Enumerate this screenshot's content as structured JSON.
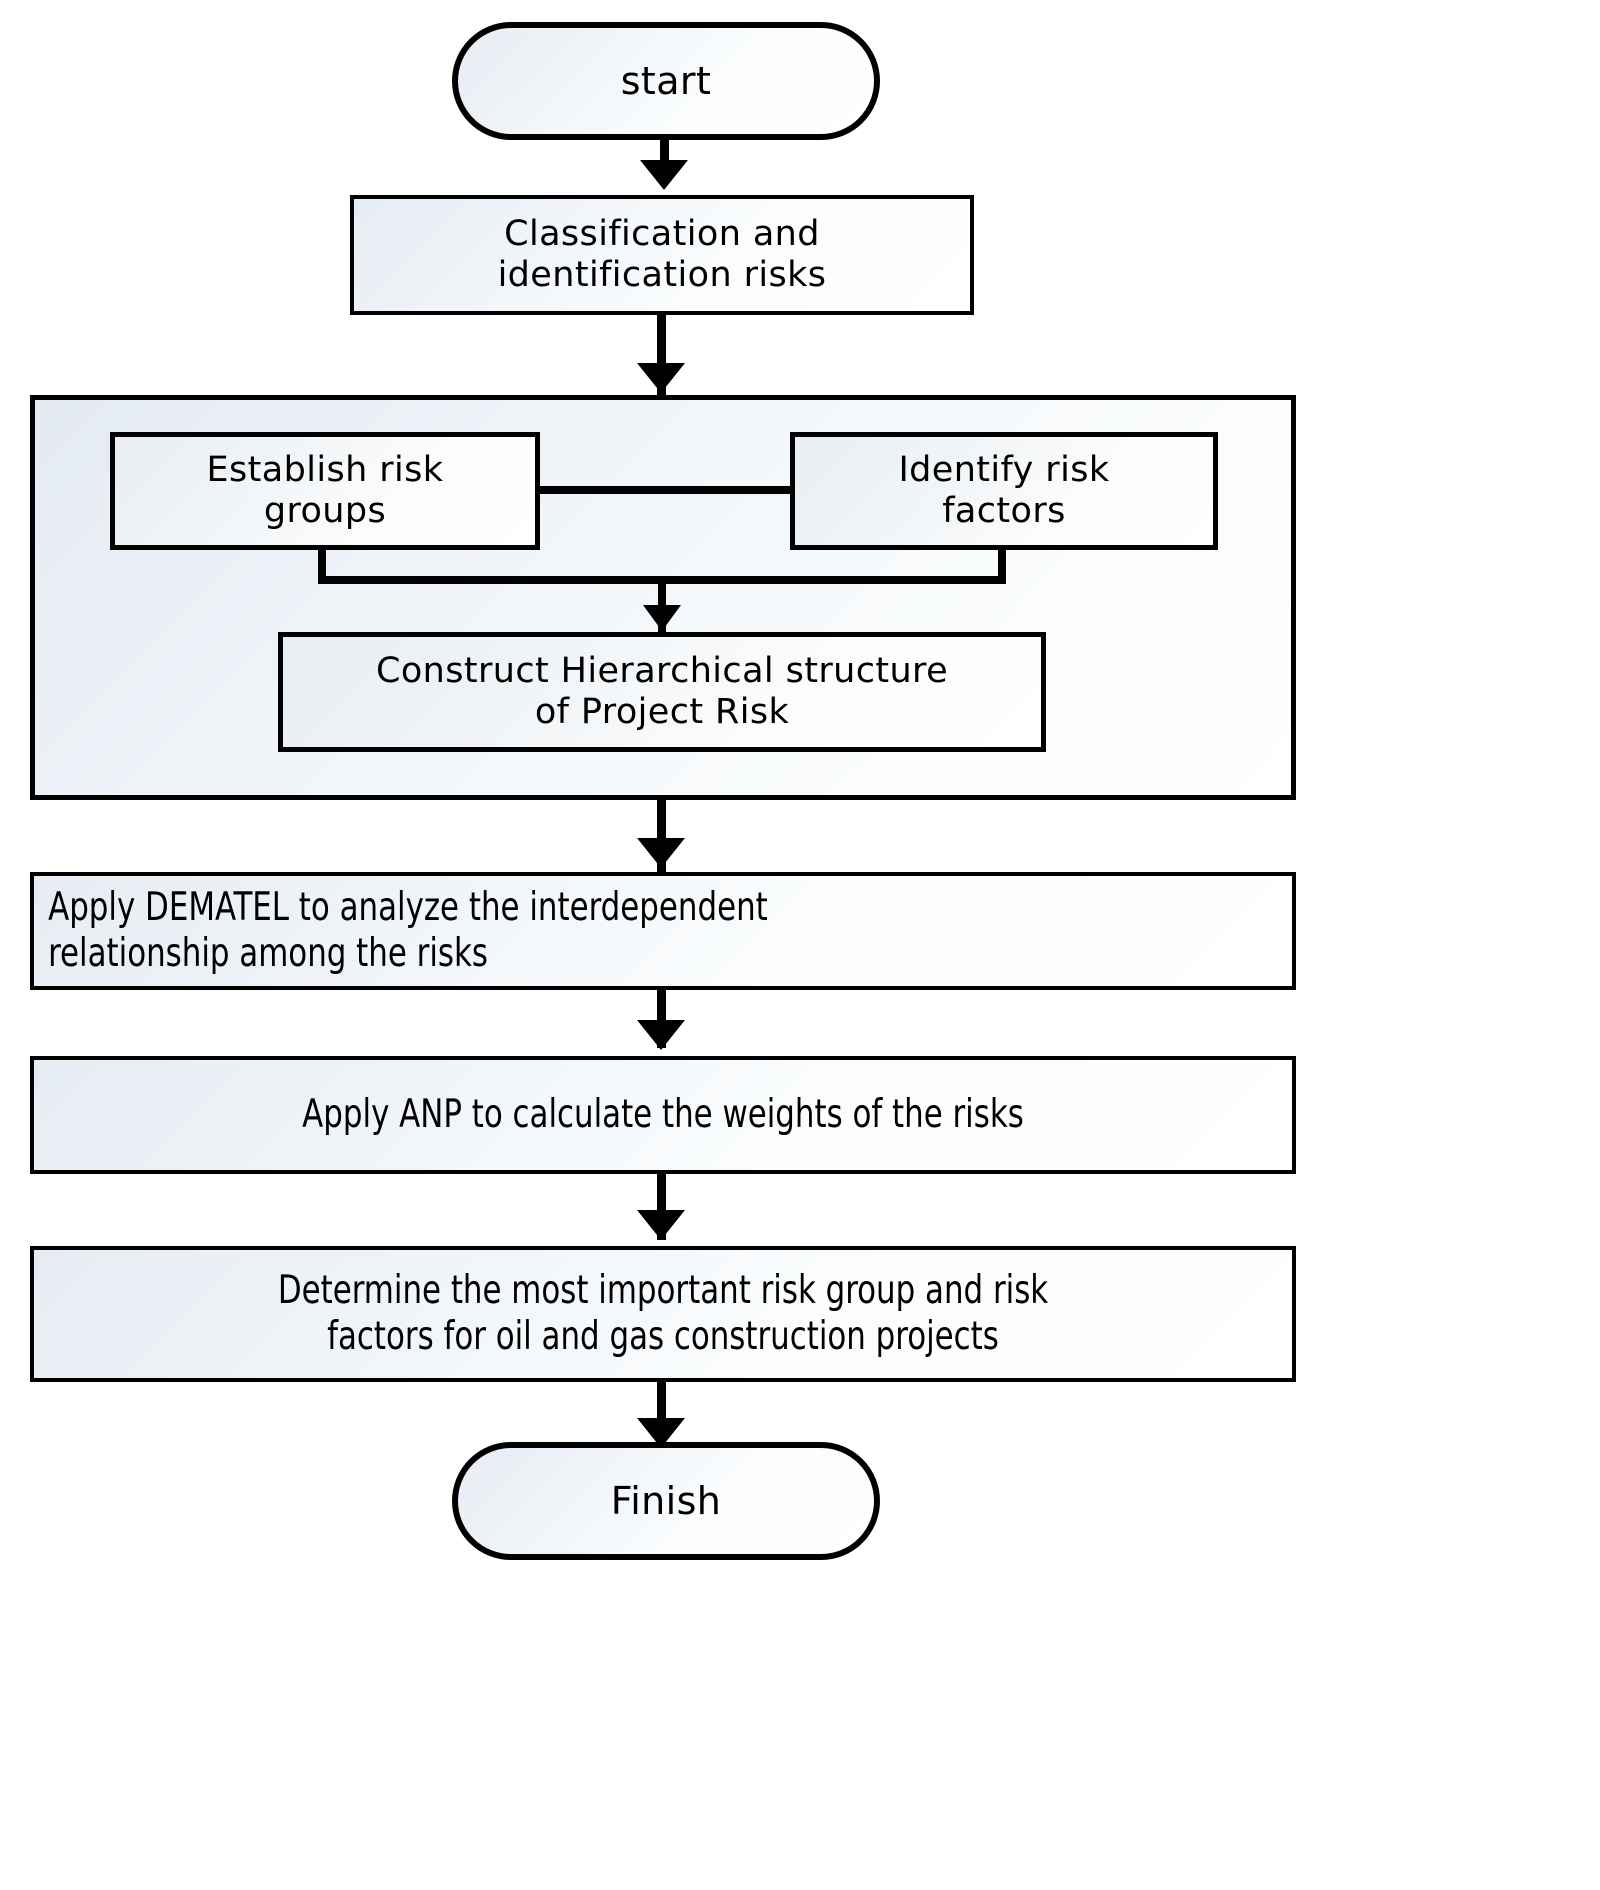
{
  "diagram": {
    "type": "flowchart",
    "orientation": "top-to-bottom",
    "colors": {
      "node_fill_light": "#ffffff",
      "node_fill_tint": "#e6ecf3",
      "border": "#000000",
      "background": "#ffffff",
      "text": "#000000"
    },
    "nodes": {
      "start": {
        "label": "start",
        "shape": "terminator"
      },
      "classification": {
        "label_line1": "Classification and",
        "label_line2": "identification risks",
        "shape": "process"
      },
      "group_container": {
        "label": "",
        "shape": "container"
      },
      "establish_groups": {
        "label_line1": "Establish risk",
        "label_line2": "groups",
        "shape": "process"
      },
      "identify_factors": {
        "label_line1": "Identify risk",
        "label_line2": "factors",
        "shape": "process"
      },
      "construct_hierarchy": {
        "label_line1": "Construct Hierarchical structure",
        "label_line2": "of Project Risk",
        "shape": "process"
      },
      "dematel": {
        "label_line1": "Apply DEMATEL to analyze the interdependent",
        "label_line2": "relationship among the risks",
        "shape": "process"
      },
      "anp": {
        "label_line1": "Apply ANP to calculate the weights of the risks",
        "label_line2": "",
        "shape": "process"
      },
      "determine": {
        "label_line1": "Determine the most important risk group and risk",
        "label_line2": "factors for oil and gas construction projects",
        "shape": "process"
      },
      "finish": {
        "label": "Finish",
        "shape": "terminator"
      }
    },
    "edges": [
      {
        "from": "start",
        "to": "classification",
        "arrow": true
      },
      {
        "from": "classification",
        "to": "group_container",
        "arrow": true
      },
      {
        "from": "establish_groups",
        "to": "identify_factors",
        "arrow": false
      },
      {
        "from": "establish_groups",
        "to": "construct_hierarchy",
        "arrow": true
      },
      {
        "from": "identify_factors",
        "to": "construct_hierarchy",
        "arrow": true
      },
      {
        "from": "group_container",
        "to": "dematel",
        "arrow": true
      },
      {
        "from": "dematel",
        "to": "anp",
        "arrow": true
      },
      {
        "from": "anp",
        "to": "determine",
        "arrow": true
      },
      {
        "from": "determine",
        "to": "finish",
        "arrow": true
      }
    ]
  }
}
